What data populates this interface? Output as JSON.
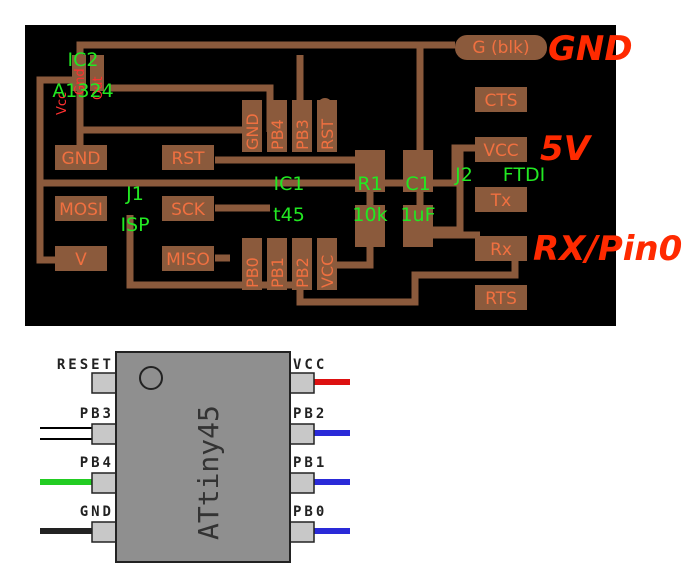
{
  "board": {
    "pads": {
      "cts": "CTS",
      "vcc": "VCC",
      "tx": "Tx",
      "rx": "Rx",
      "rts": "RTS",
      "gnd": "GND",
      "rst": "RST",
      "mosi": "MOSI",
      "sck": "SCK",
      "v": "V",
      "miso": "MISO",
      "gblk": "G (blk)"
    },
    "vertical_pads": {
      "gnd": "GND",
      "pb4": "PB4",
      "pb3": "PB3",
      "rst": "RST",
      "pb0": "PB0",
      "pb1": "PB1",
      "pb2": "PB2",
      "vcc": "VCC"
    },
    "components": {
      "ic2_ref": "IC2",
      "ic2_value": "A1324",
      "ic1_ref": "IC1",
      "ic1_value": "t45",
      "j1_ref": "J1",
      "j1_value": "ISP",
      "r1_ref": "R1",
      "r1_value": "10k",
      "c1_ref": "C1",
      "c1_value": "1uF",
      "j2_ref": "J2",
      "j2_value": "FTDI"
    },
    "ic2_pads": {
      "a": "Vcc",
      "b": "Gnd",
      "c": "Out"
    }
  },
  "annotations": {
    "gnd": "GND",
    "v5": "5V",
    "rx": "RX/Pin0"
  },
  "chip": {
    "name": "ATtiny45",
    "left_pins": [
      "RESET",
      "PB3",
      "PB4",
      "GND"
    ],
    "right_pins": [
      "VCC",
      "PB2",
      "PB1",
      "PB0"
    ]
  },
  "colors": {
    "board_bg": "#000000",
    "trace": "#8b5a3c",
    "pad_label": "#f07040",
    "component_label": "#22e822",
    "annotation": "#ff2a00",
    "chip_body": "#8f8f8f",
    "wire_vcc": "#dd1111",
    "wire_signal": "#2a2ad8",
    "wire_pb4": "#22cc22",
    "wire_gnd": "#222222"
  }
}
